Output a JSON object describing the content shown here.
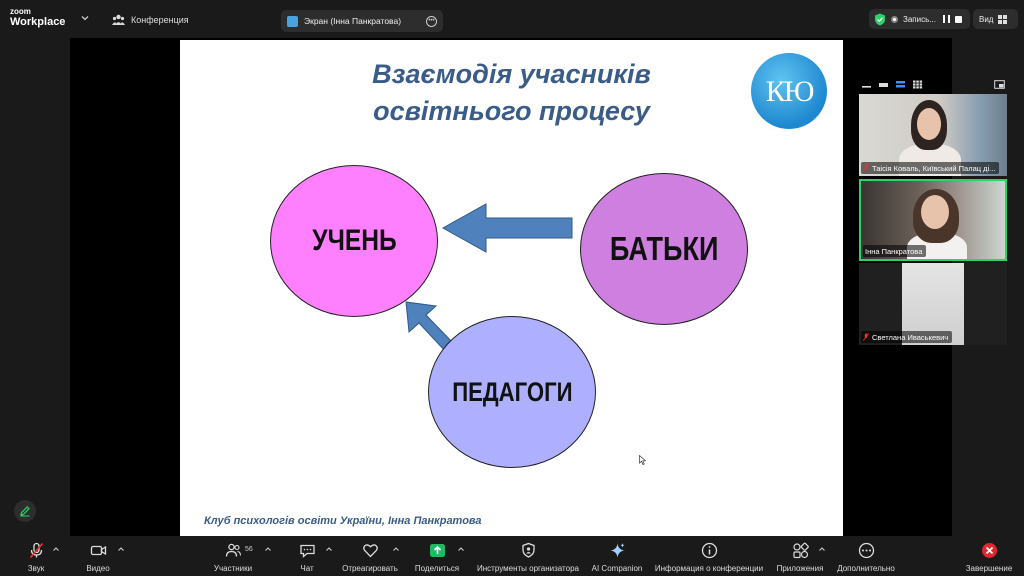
{
  "app": {
    "logo_line1": "zoom",
    "logo_line2": "Workplace",
    "meeting_label": "Конференция"
  },
  "screen_share_tab": {
    "label": "Экран (Інна Панкратова)"
  },
  "recording": {
    "label": "Запись..."
  },
  "view_button": {
    "label": "Вид"
  },
  "slide": {
    "title_line1": "Взаємодія учасників",
    "title_line2": "освітнього процесу",
    "logo_text": "КЮ",
    "circle_student": "УЧЕНЬ",
    "circle_parents": "БАТЬКИ",
    "circle_teachers": "ПЕДАГОГИ",
    "footer": "Клуб психологів освіти України, Інна Панкратова"
  },
  "participants": [
    {
      "name": "Таісія Коваль, Київський Палац ді...",
      "muted": true
    },
    {
      "name": "Інна Панкратова",
      "muted": false,
      "active_speaker": true
    },
    {
      "name": "Светлана Иваськевич",
      "muted": true
    }
  ],
  "toolbar": {
    "audio": "Звук",
    "video": "Видео",
    "participants": "Участники",
    "participants_count": "56",
    "chat": "Чат",
    "react": "Отреагировать",
    "share": "Поделиться",
    "host_tools": "Инструменты организатора",
    "ai_companion": "AI Companion",
    "meeting_info": "Информация о конференции",
    "apps": "Приложения",
    "more": "Дополнительно",
    "end": "Завершение"
  },
  "colors": {
    "accent_green": "#2bd36b",
    "share_green": "#1fba66",
    "end_red": "#e0262e",
    "slide_title_blue": "#3a5c87",
    "circle_student": "#ff80ff",
    "circle_parents": "#cf7fe0",
    "circle_teachers": "#aeb0ff",
    "arrow_blue": "#4f81bd"
  }
}
